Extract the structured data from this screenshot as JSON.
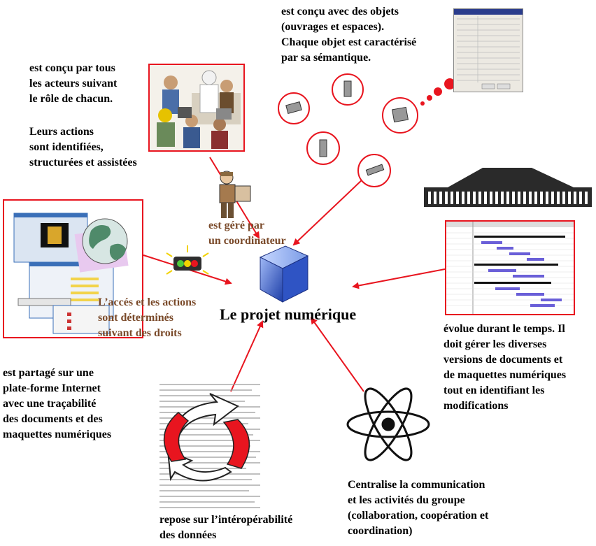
{
  "center_label": "Le projet numérique",
  "texts": {
    "objects": "est conçu avec des objets\n(ouvrages et espaces).\nChaque objet est caractérisé\npar sa sémantique.",
    "actors": "est conçu par tous\nles acteurs suivant\nle rôle de chacun.",
    "actions": "Leurs actions\nsont identifiées,\nstructurées et assistées",
    "coordinator": "est géré par\nun coordinateur",
    "rights": "L’accés et les actions\nsont déterminés\nsuivant des droits",
    "shared": "est partagé sur une\nplate-forme Internet\navec une traçabilité\ndes documents et des\nmaquettes numériques",
    "evolves": "évolue durant le temps. Il\ndoit gérer les diverses\nversions de documents et\nde maquettes numériques\ntout en identifiant les\nmodifications",
    "centralise": "Centralise la communication\net les activités du groupe\n(collaboration, coopération et\ncoordination)",
    "interop": "repose sur l’intéropérabilité\ndes données"
  },
  "colors": {
    "accent_red": "#e8151f",
    "annotation_brown": "#7a4a2a",
    "cube_blue": "#3a5fd0"
  },
  "icons": [
    "team-photo",
    "coordinator-figure",
    "objects-bubble",
    "properties-window",
    "office-buildings",
    "gantt-chart",
    "web-platform-screenshot",
    "globe-icon",
    "traffic-light-icon",
    "blue-cube-icon",
    "atom-icon",
    "recycle-arrows-icon",
    "data-text-background"
  ]
}
